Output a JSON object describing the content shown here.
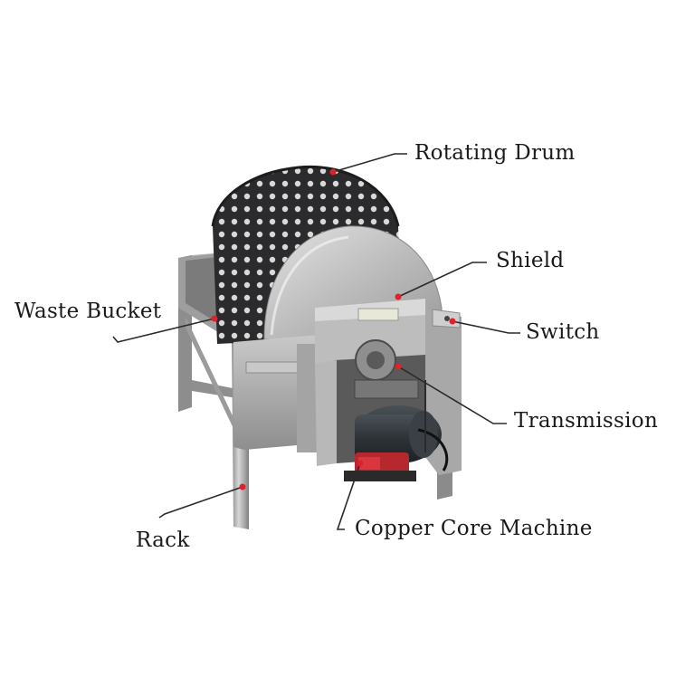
{
  "diagram": {
    "labels": {
      "rotating_drum": "Rotating Drum",
      "shield": "Shield",
      "switch": "Switch",
      "waste_bucket": "Waste Bucket",
      "transmission": "Transmission",
      "rack": "Rack",
      "copper_core_machine": "Copper Core Machine"
    },
    "colors": {
      "leader_line": "#2a2a2a",
      "marker_dot": "#e0202a",
      "label_text": "#1a1a1a"
    }
  }
}
